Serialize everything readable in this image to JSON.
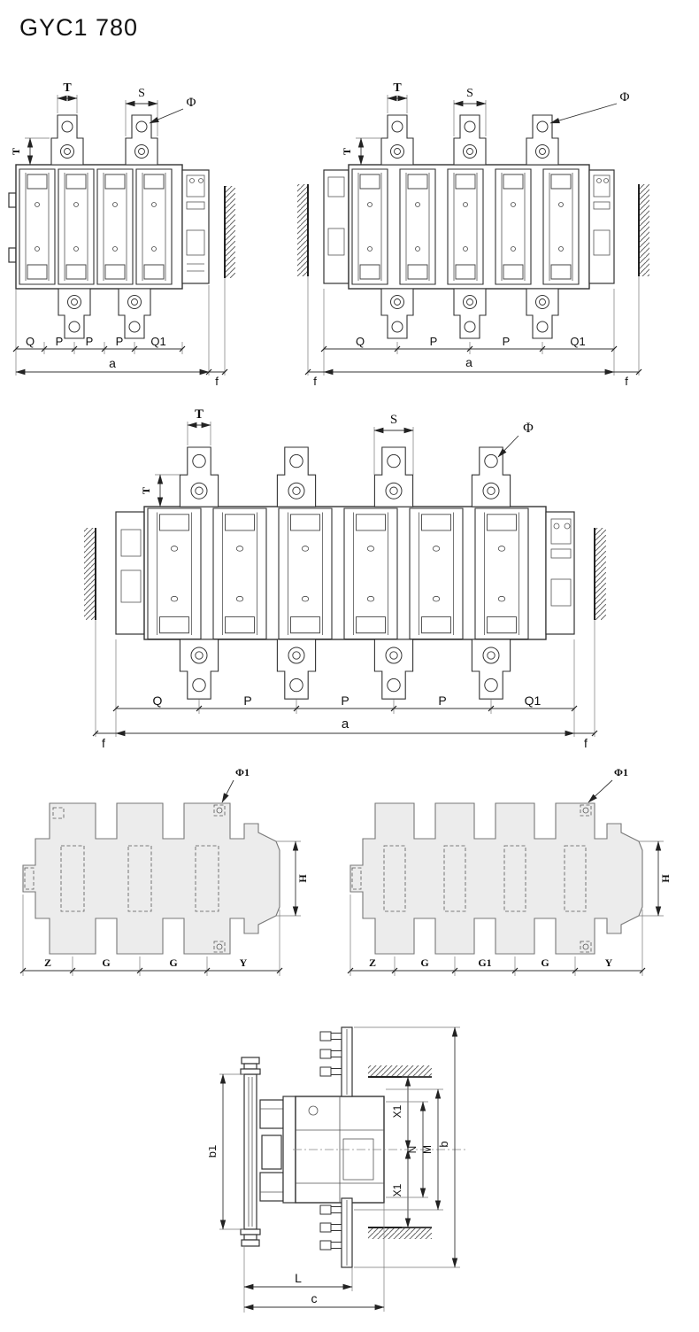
{
  "title": "GYC1 780",
  "views": {
    "front3": {
      "t": "T",
      "s": "S",
      "phi": "Φ",
      "t_side": "T",
      "chain": [
        "Q",
        "P",
        "P",
        "P",
        "Q1"
      ],
      "a": "a",
      "f": "f"
    },
    "front4": {
      "t": "T",
      "s": "S",
      "phi": "Φ",
      "t_side": "T",
      "chain": [
        "Q",
        "P",
        "P",
        "Q1"
      ],
      "a": "a",
      "f_left": "f",
      "f_right": "f"
    },
    "front4_large": {
      "t": "T",
      "s": "S",
      "phi": "Φ",
      "t_side": "T",
      "chain": [
        "Q",
        "P",
        "P",
        "P",
        "Q1"
      ],
      "a": "a",
      "f_left": "f",
      "f_right": "f"
    },
    "outline_a": {
      "phi1": "Φ1",
      "h": "H",
      "chain": [
        "Z",
        "G",
        "G",
        "Y"
      ]
    },
    "outline_b": {
      "phi1": "Φ1",
      "h": "H",
      "chain": [
        "Z",
        "G",
        "G1",
        "G",
        "Y"
      ]
    },
    "side": {
      "b1": "b1",
      "x1_top": "X1",
      "n": "N",
      "m": "M",
      "b": "b",
      "x1_bottom": "X1",
      "l": "L",
      "c": "c"
    }
  }
}
